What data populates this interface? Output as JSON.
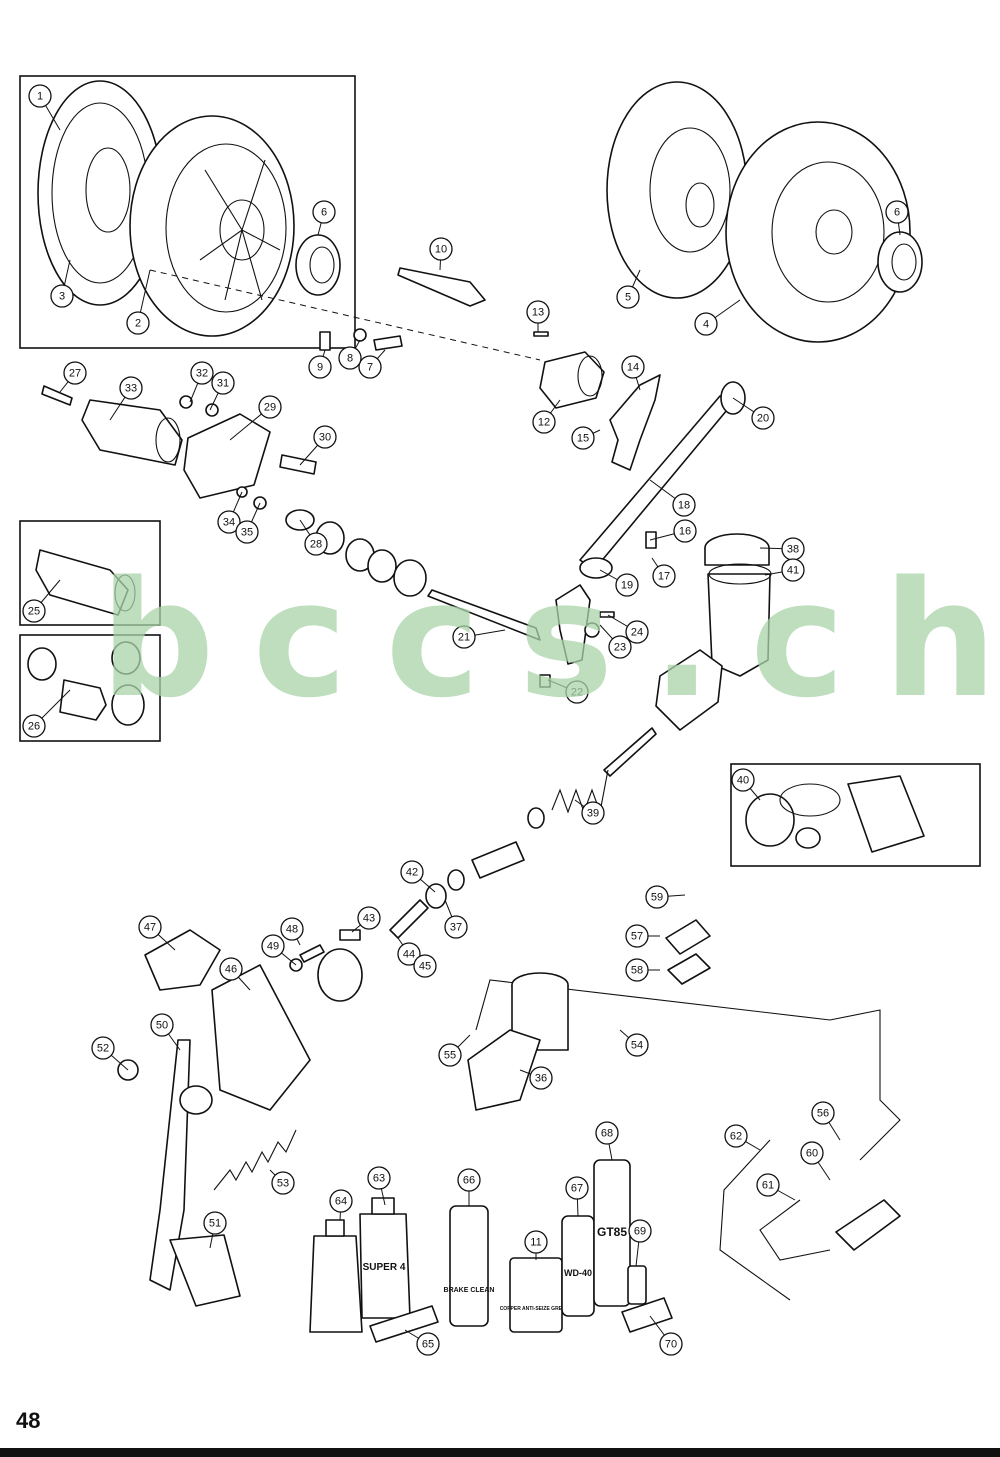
{
  "page": {
    "number": "48"
  },
  "watermark": {
    "text": "bccs.ch",
    "color": "#a9d3a9"
  },
  "callouts": [
    "1",
    "2",
    "3",
    "4",
    "5",
    "6",
    "6",
    "7",
    "8",
    "9",
    "10",
    "11",
    "12",
    "13",
    "14",
    "15",
    "16",
    "17",
    "18",
    "19",
    "20",
    "21",
    "22",
    "23",
    "24",
    "25",
    "26",
    "27",
    "28",
    "29",
    "30",
    "31",
    "32",
    "33",
    "34",
    "35",
    "36",
    "37",
    "38",
    "39",
    "40",
    "41",
    "42",
    "43",
    "44",
    "45",
    "46",
    "47",
    "48",
    "49",
    "50",
    "51",
    "52",
    "53",
    "54",
    "55",
    "56",
    "57",
    "58",
    "59",
    "60",
    "61",
    "62",
    "63",
    "64",
    "65",
    "66",
    "67",
    "68",
    "69",
    "70"
  ],
  "product_labels": {
    "brake_clean": "BRAKE CLEAN",
    "copper_grease": "COPPER ANTI-SEIZE GREASE",
    "wd40": "WD-40",
    "gt85": "GT85",
    "super4": "SUPER 4"
  }
}
